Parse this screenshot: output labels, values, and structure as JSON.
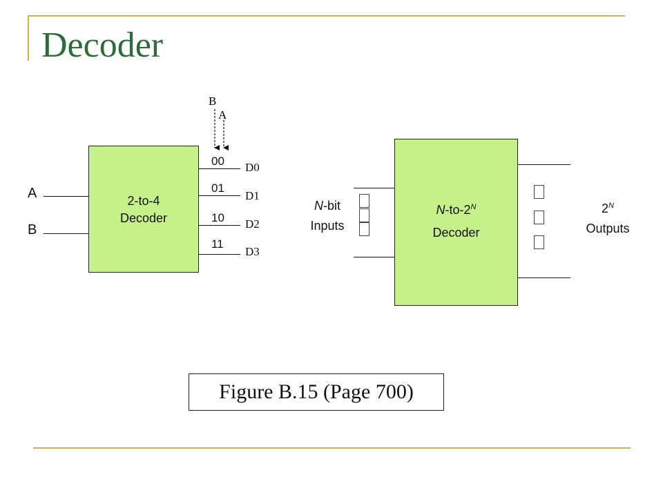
{
  "slide": {
    "title": "Decoder"
  },
  "left_decoder": {
    "block_line1": "2-to-4",
    "block_line2": "Decoder",
    "inputs": [
      "A",
      "B"
    ],
    "select_labels": {
      "b": "B",
      "a": "A"
    },
    "codes": [
      "00",
      "01",
      "10",
      "11"
    ],
    "outputs": [
      "D0",
      "D1",
      "D2",
      "D3"
    ]
  },
  "right_decoder": {
    "block_line1_prefix": "N",
    "block_line1_mid": "-to-2",
    "block_line1_sup": "N",
    "block_line2": "Decoder",
    "input_label_italic": "N",
    "input_label_rest": "-bit",
    "input_label_line2": "Inputs",
    "output_label_base": "2",
    "output_label_sup": "N",
    "output_label_line2": "Outputs"
  },
  "caption": "Figure B.15 (Page 700)",
  "colors": {
    "title": "#2f6b3a",
    "block_fill": "#c6f08a",
    "rule": "#c9b24a"
  }
}
